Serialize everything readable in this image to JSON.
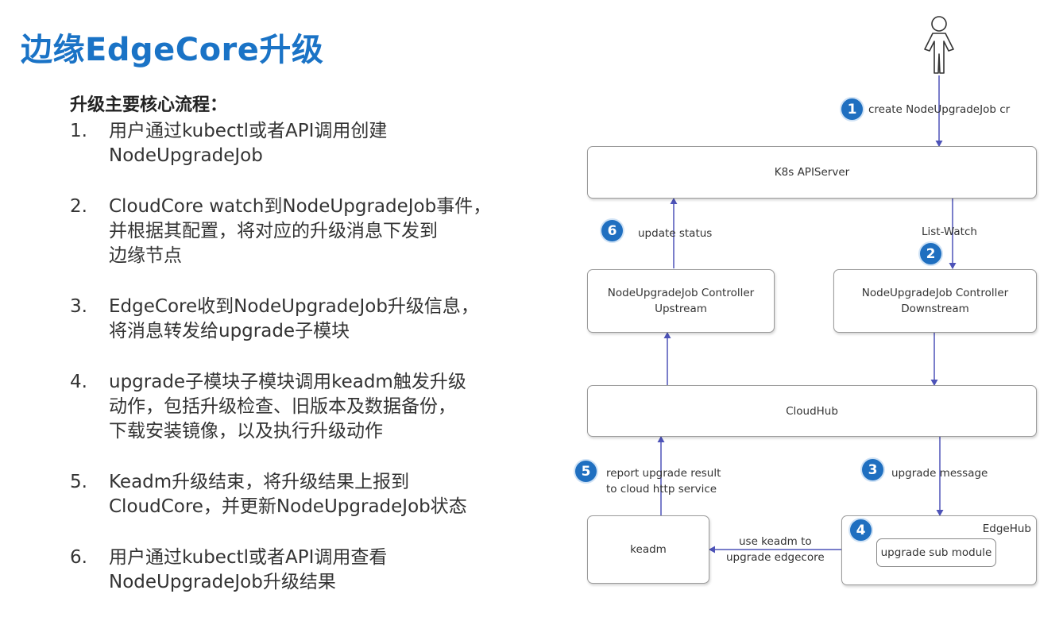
{
  "title": "边缘EdgeCore升级",
  "subtitle": "升级主要核心流程：",
  "steps": [
    {
      "num": "1.",
      "text": "用户通过kubectl或者API调用创建\nNodeUpgradeJob"
    },
    {
      "num": "2.",
      "text": "CloudCore watch到NodeUpgradeJob事件，\n并根据其配置，将对应的升级消息下发到\n边缘节点"
    },
    {
      "num": "3.",
      "text": "EdgeCore收到NodeUpgradeJob升级信息，\n将消息转发给upgrade子模块"
    },
    {
      "num": "4.",
      "text": "upgrade子模块子模块调用keadm触发升级\n动作，包括升级检查、旧版本及数据备份，\n下载安装镜像，以及执行升级动作"
    },
    {
      "num": "5.",
      "text": "Keadm升级结束，将升级结果上报到\nCloudCore，并更新NodeUpgradeJob状态"
    },
    {
      "num": "6.",
      "text": "用户通过kubectl或者API调用查看\nNodeUpgradeJob升级结果"
    }
  ],
  "diagram": {
    "boxes": {
      "apiserver": "K8s APIServer",
      "upstream": "NodeUpgradeJob Controller\nUpstream",
      "downstream": "NodeUpgradeJob Controller\nDownstream",
      "cloudhub": "CloudHub",
      "keadm": "keadm",
      "edgehub": "EdgeHub",
      "upgrade_module": "upgrade sub module"
    },
    "labels": {
      "create": "create NodeUpgradeJob cr",
      "update_status": "update status",
      "list_watch": "List-Watch",
      "report": "report upgrade result\nto cloud http service",
      "upgrade_message": "upgrade message",
      "use_keadm": "use keadm to\nupgrade edgecore"
    },
    "badges": [
      "1",
      "2",
      "3",
      "4",
      "5",
      "6"
    ],
    "arrow_color": "#4d53b8",
    "badge_color": "#1f6fc0"
  }
}
